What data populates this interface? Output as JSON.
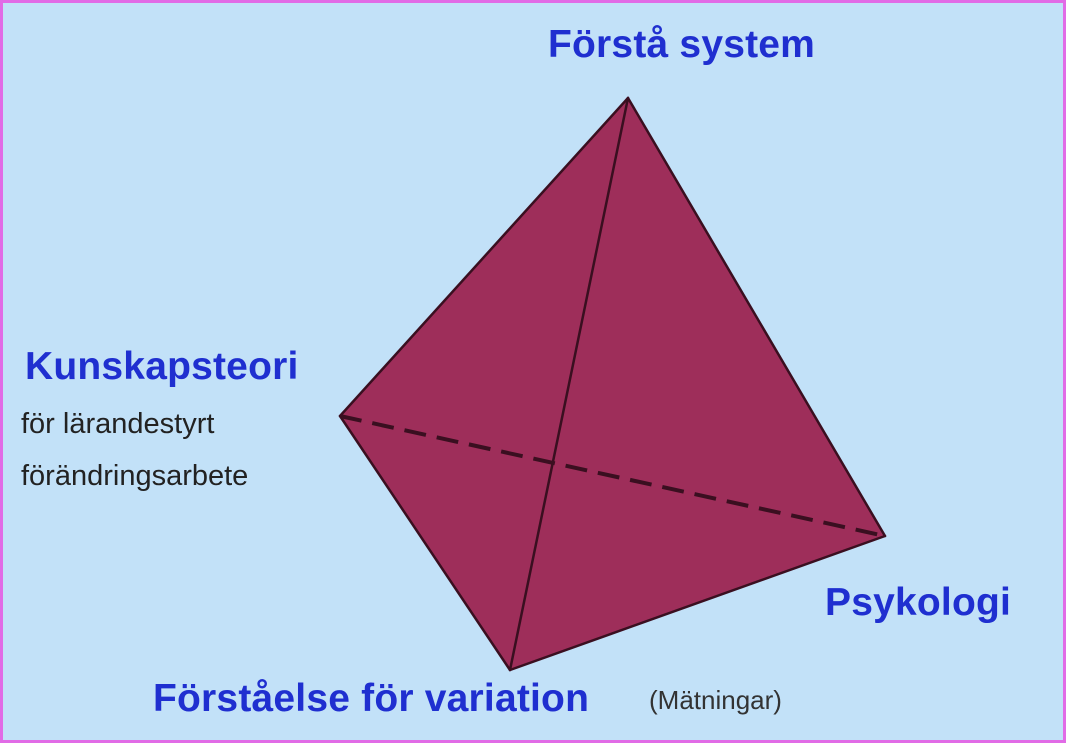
{
  "diagram": {
    "colors": {
      "background": "#c2e1f8",
      "frame_border": "#e16be6",
      "face": "#9e2e5a",
      "edge": "#3a0f20",
      "label_blue": "#1f2fd0"
    },
    "vertices": {
      "top": {
        "label": "Förstå system"
      },
      "left": {
        "label": "Kunskapsteori",
        "sublabel_line1": "för lärandestyrt",
        "sublabel_line2": "förändringsarbete"
      },
      "right": {
        "label": "Psykologi"
      },
      "bottom": {
        "label": "Förståelse för variation",
        "note": "(Mätningar)"
      }
    }
  }
}
